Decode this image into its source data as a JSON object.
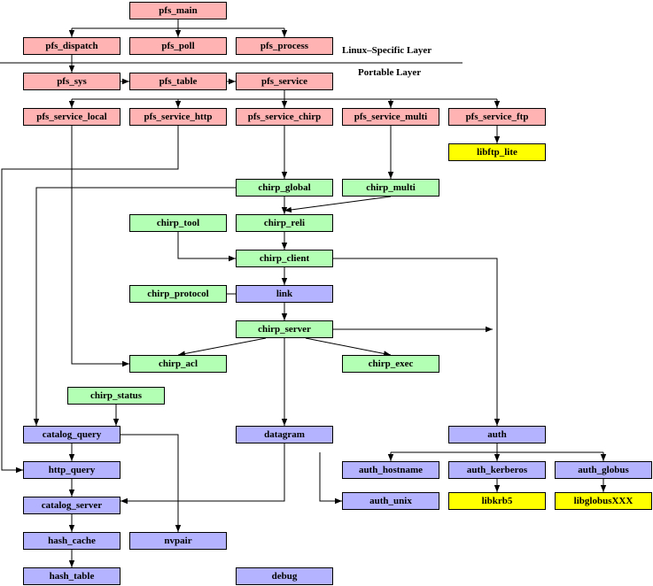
{
  "layers": {
    "top": "Linux–Specific Layer",
    "bottom": "Portable Layer"
  },
  "colors": {
    "pfs": "#ffb3b3",
    "chirp": "#b3ffb3",
    "core": "#b3b3ff",
    "external": "#ffff00",
    "line": "#000000"
  },
  "nodes": {
    "pfs_main": {
      "label": "pfs_main",
      "color": "pfs"
    },
    "pfs_dispatch": {
      "label": "pfs_dispatch",
      "color": "pfs"
    },
    "pfs_poll": {
      "label": "pfs_poll",
      "color": "pfs"
    },
    "pfs_process": {
      "label": "pfs_process",
      "color": "pfs"
    },
    "pfs_sys": {
      "label": "pfs_sys",
      "color": "pfs"
    },
    "pfs_table": {
      "label": "pfs_table",
      "color": "pfs"
    },
    "pfs_service": {
      "label": "pfs_service",
      "color": "pfs"
    },
    "pfs_service_local": {
      "label": "pfs_service_local",
      "color": "pfs"
    },
    "pfs_service_http": {
      "label": "pfs_service_http",
      "color": "pfs"
    },
    "pfs_service_chirp": {
      "label": "pfs_service_chirp",
      "color": "pfs"
    },
    "pfs_service_multi": {
      "label": "pfs_service_multi",
      "color": "pfs"
    },
    "pfs_service_ftp": {
      "label": "pfs_service_ftp",
      "color": "pfs"
    },
    "libftp_lite": {
      "label": "libftp_lite",
      "color": "external"
    },
    "chirp_global": {
      "label": "chirp_global",
      "color": "chirp"
    },
    "chirp_multi": {
      "label": "chirp_multi",
      "color": "chirp"
    },
    "chirp_tool": {
      "label": "chirp_tool",
      "color": "chirp"
    },
    "chirp_reli": {
      "label": "chirp_reli",
      "color": "chirp"
    },
    "chirp_client": {
      "label": "chirp_client",
      "color": "chirp"
    },
    "chirp_protocol": {
      "label": "chirp_protocol",
      "color": "chirp"
    },
    "link": {
      "label": "link",
      "color": "core"
    },
    "chirp_server": {
      "label": "chirp_server",
      "color": "chirp"
    },
    "chirp_acl": {
      "label": "chirp_acl",
      "color": "chirp"
    },
    "chirp_exec": {
      "label": "chirp_exec",
      "color": "chirp"
    },
    "chirp_status": {
      "label": "chirp_status",
      "color": "chirp"
    },
    "catalog_query": {
      "label": "catalog_query",
      "color": "core"
    },
    "datagram": {
      "label": "datagram",
      "color": "core"
    },
    "auth": {
      "label": "auth",
      "color": "core"
    },
    "http_query": {
      "label": "http_query",
      "color": "core"
    },
    "auth_hostname": {
      "label": "auth_hostname",
      "color": "core"
    },
    "auth_kerberos": {
      "label": "auth_kerberos",
      "color": "core"
    },
    "auth_globus": {
      "label": "auth_globus",
      "color": "core"
    },
    "catalog_server": {
      "label": "catalog_server",
      "color": "core"
    },
    "auth_unix": {
      "label": "auth_unix",
      "color": "core"
    },
    "libkrb5": {
      "label": "libkrb5",
      "color": "external"
    },
    "libglobusXXX": {
      "label": "libglobusXXX",
      "color": "external"
    },
    "hash_cache": {
      "label": "hash_cache",
      "color": "core"
    },
    "nvpair": {
      "label": "nvpair",
      "color": "core"
    },
    "hash_table": {
      "label": "hash_table",
      "color": "core"
    },
    "debug": {
      "label": "debug",
      "color": "core"
    }
  }
}
